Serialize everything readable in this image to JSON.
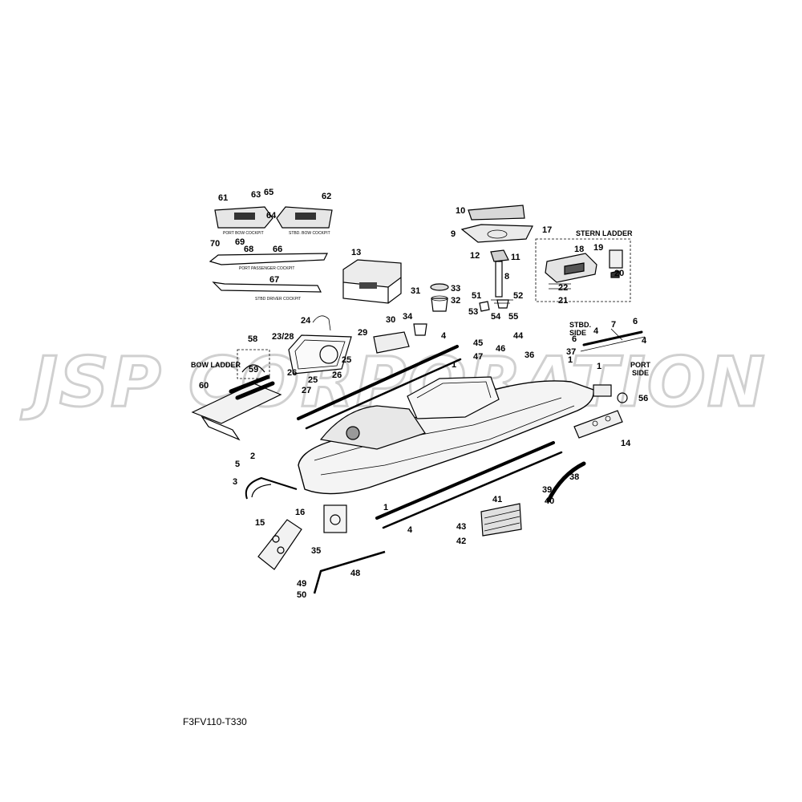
{
  "watermark": "JSP CORPORATION",
  "figure_code": "F3FV110-T330",
  "captions": {
    "port_bow_cockpit": "PORT BOW COCKPIT",
    "stbd_bow_cockpit": "STBD. BOW COCKPIT",
    "port_passenger_cockpit": "PORT PASSENGER COCKPIT",
    "stbd_driver_cockpit": "STBD DRIVER COCKPIT",
    "stern_ladder": "STERN LADDER",
    "bow_ladder": "BOW  LADDER",
    "stbd_side": "STBD.",
    "stbd_side_2": "SIDE",
    "port_side": "PORT",
    "port_side_2": "SIDE"
  },
  "callouts": [
    "61",
    "63",
    "65",
    "62",
    "64",
    "70",
    "69",
    "68",
    "66",
    "67",
    "13",
    "10",
    "9",
    "17",
    "18",
    "19",
    "12",
    "11",
    "8",
    "20",
    "22",
    "21",
    "31",
    "33",
    "32",
    "51",
    "52",
    "53",
    "54",
    "55",
    "24",
    "23/28",
    "30",
    "34",
    "29",
    "4",
    "58",
    "59",
    "26",
    "25",
    "27",
    "26",
    "25",
    "45",
    "46",
    "47",
    "44",
    "36",
    "37",
    "7",
    "6",
    "4",
    "6",
    "4",
    "1",
    "1",
    "1",
    "56",
    "14",
    "60",
    "5",
    "2",
    "3",
    "38",
    "39",
    "40",
    "41",
    "43",
    "42",
    "1",
    "4",
    "16",
    "15",
    "35",
    "48",
    "49",
    "50"
  ]
}
